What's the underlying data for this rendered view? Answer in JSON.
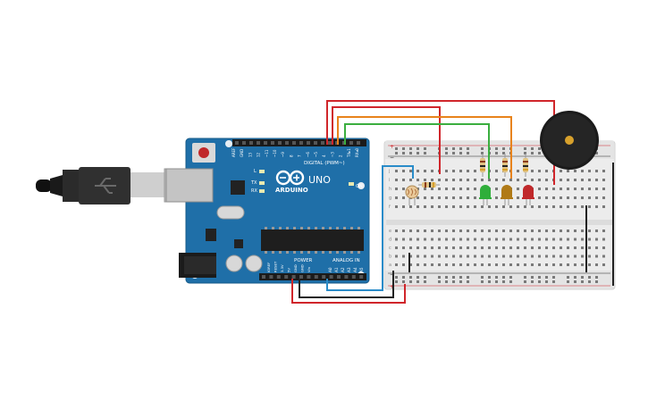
{
  "arduino": {
    "brand": "ARDUINO",
    "model": "UNO",
    "digital_label": "DIGITAL (PWM~)",
    "power_label": "POWER",
    "analog_label": "ANALOG IN",
    "on_label": "ON",
    "tx_label": "TX",
    "rx_label": "RX",
    "l_label": "L",
    "top_pins": [
      "AREF",
      "GND",
      "13",
      "12",
      "~11",
      "~10",
      "~9",
      "8",
      "7",
      "~6",
      "~5",
      "4",
      "~3",
      "2",
      "TX▸1",
      "RX◂0"
    ],
    "power_pins": [
      "IOREF",
      "RESET",
      "3.3V",
      "5V",
      "GND",
      "GND",
      "Vin"
    ],
    "analog_pins": [
      "A0",
      "A1",
      "A2",
      "A3",
      "A4",
      "A5"
    ]
  },
  "breadboard": {
    "rail_plus": "+",
    "rail_minus": "−",
    "row_letters_top": [
      "j",
      "i",
      "h",
      "g",
      "f"
    ],
    "row_letters_bottom": [
      "e",
      "d",
      "c",
      "b",
      "a"
    ]
  },
  "components": {
    "leds": [
      {
        "name": "green",
        "color": "#2fae3a"
      },
      {
        "name": "yellow",
        "color": "#b07a17"
      },
      {
        "name": "red",
        "color": "#c0282a"
      }
    ]
  },
  "colors": {
    "board": "#1f6fa8",
    "wire_red": "#d0262b",
    "wire_orange": "#e8831b",
    "wire_green": "#3bae3f",
    "wire_blue": "#2a8cc9",
    "wire_black": "#222222"
  }
}
